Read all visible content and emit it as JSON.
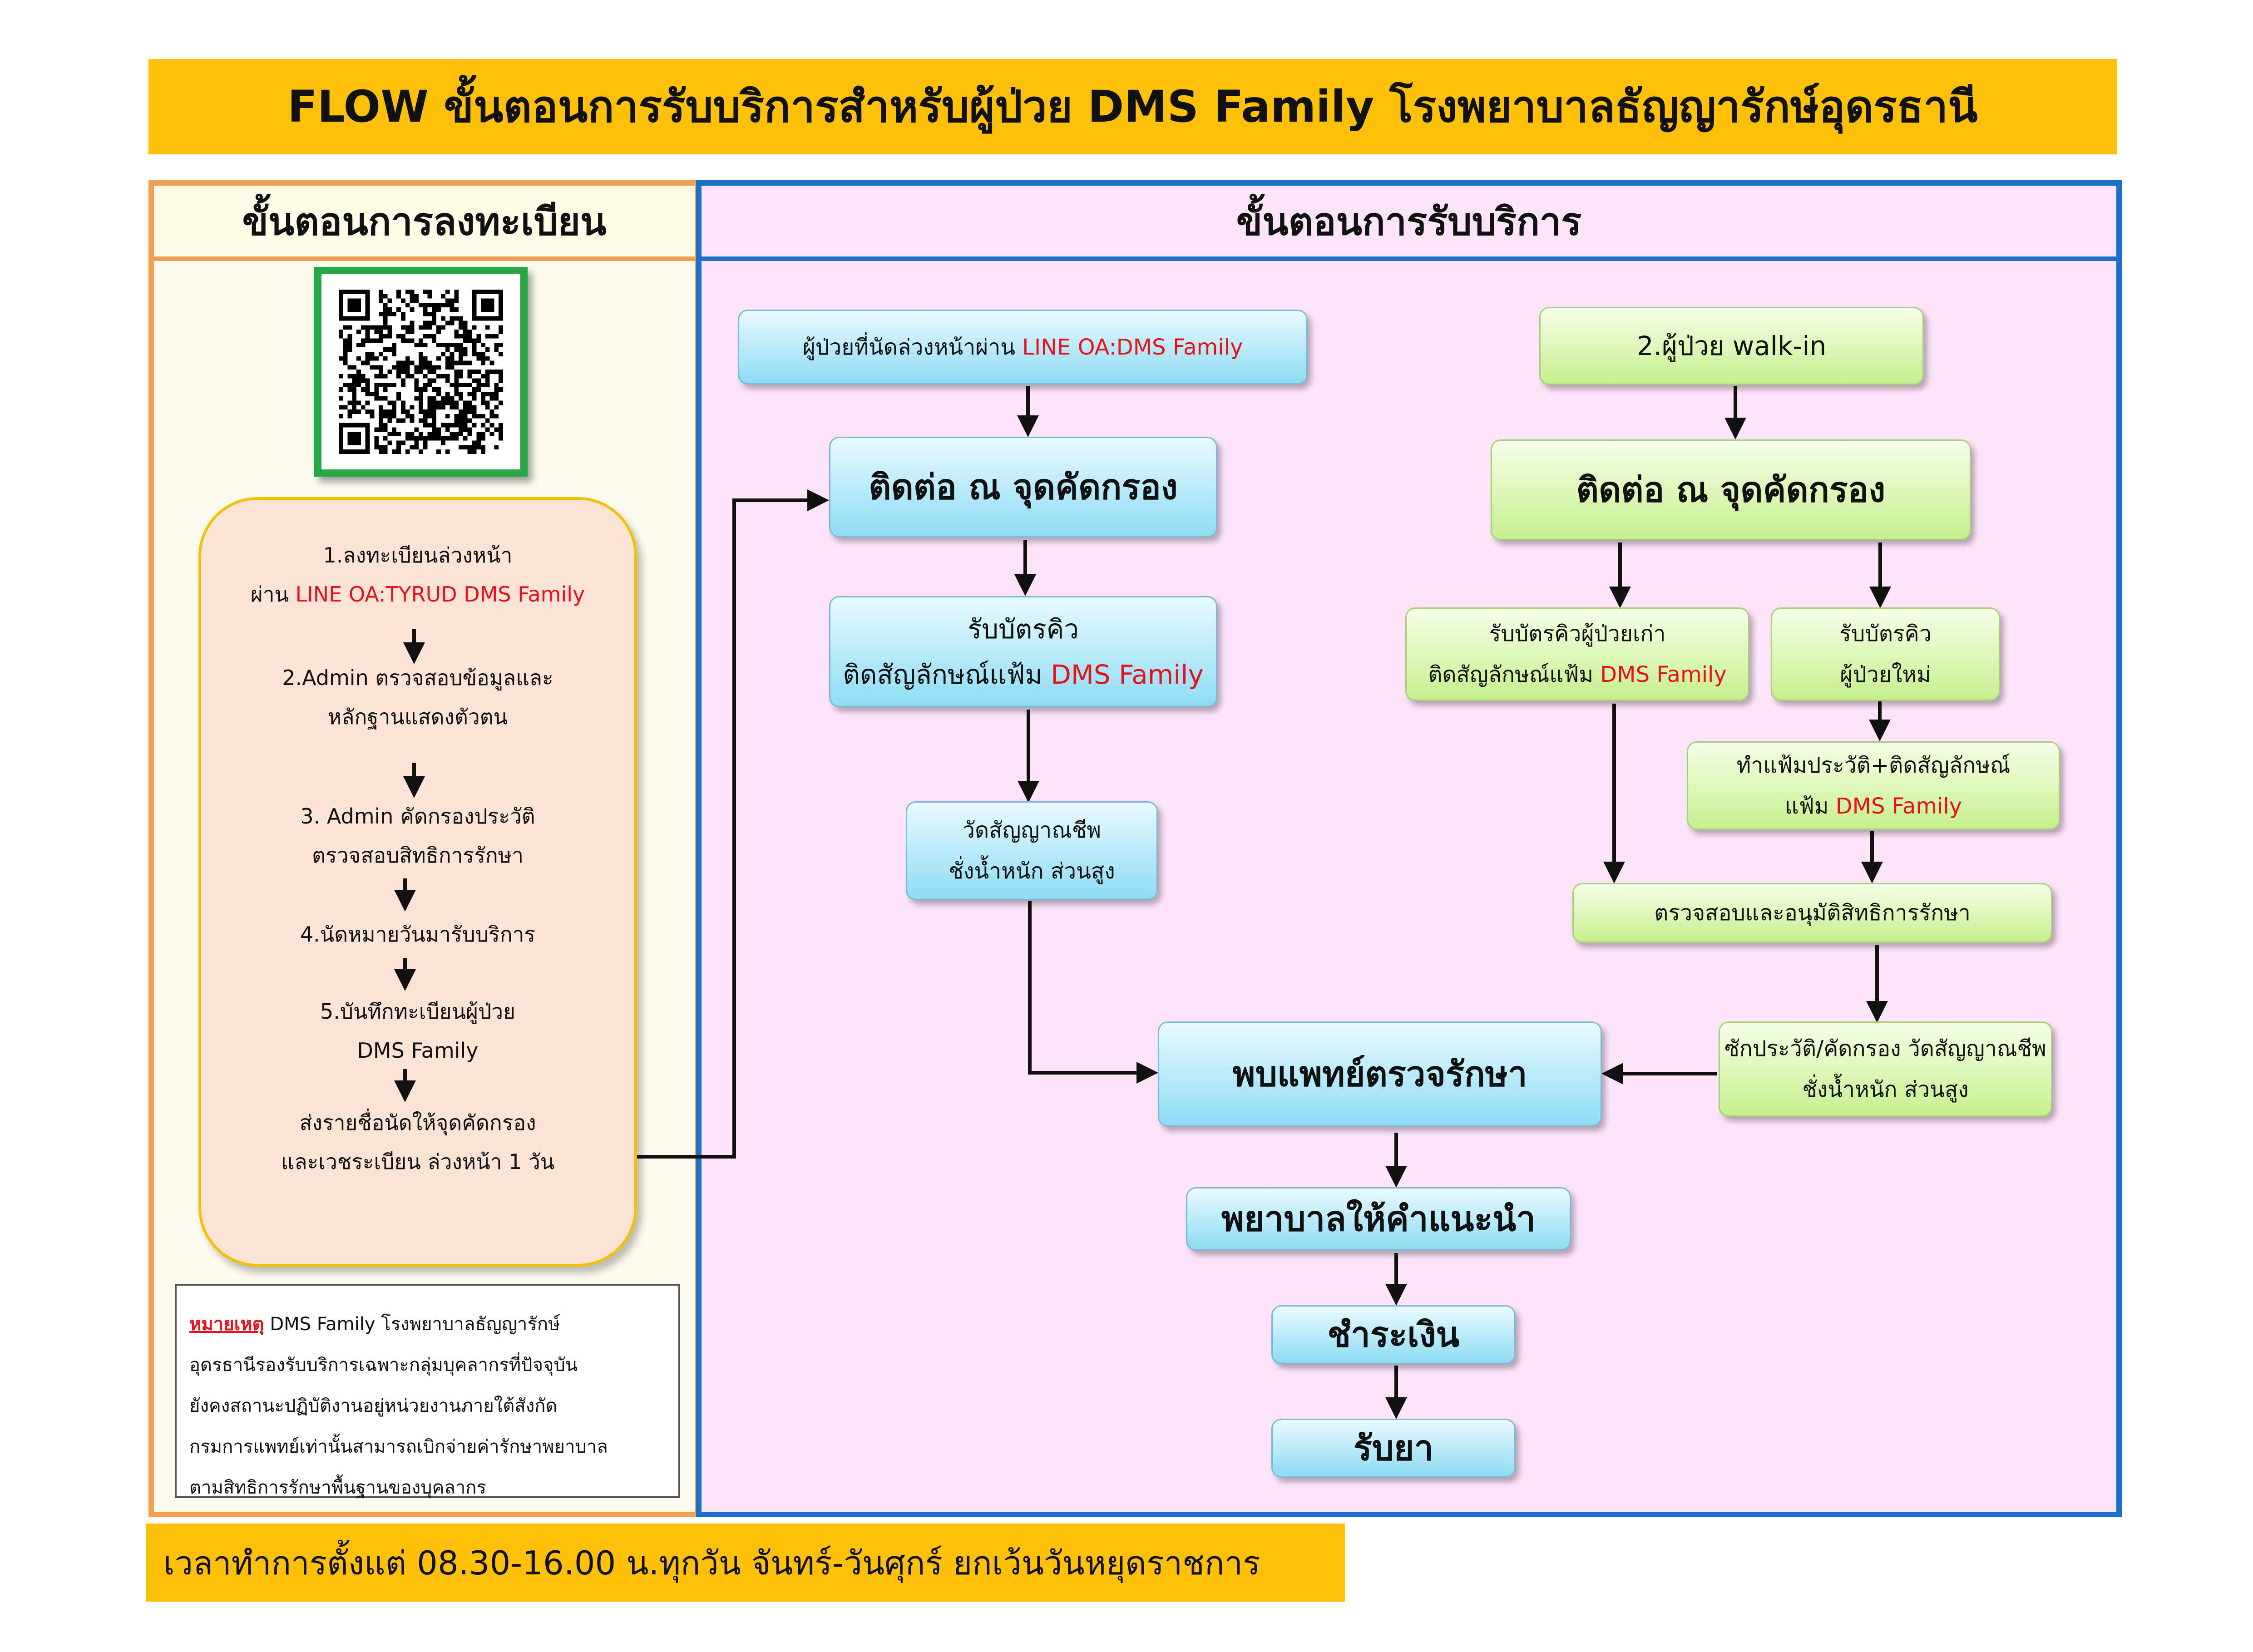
{
  "title": "FLOW ขั้นตอนการรับบริการสำหรับผู้ป่วย DMS Family โรงพยาบาลธัญญารักษ์อุดรธานี",
  "registration": {
    "header": "ขั้นตอนการลงทะเบียน",
    "step1_line1": "1.ลงทะเบียนล่วงหน้า",
    "step1_prefix": "ผ่าน",
    "step1_channel": "LINE OA:TYRUD DMS Family",
    "step2_line1": "2.Admin ตรวจสอบข้อมูลและ",
    "step2_line2": "หลักฐานแสดงตัวตน",
    "step3_line1": "3. Admin คัดกรองประวัติ",
    "step3_line2": "ตรวจสอบสิทธิการรักษา",
    "step4": "4.นัดหมายวันมารับบริการ",
    "step5_line1": "5.บันทึกทะเบียนผู้ป่วย",
    "step5_line2": "DMS Family",
    "step6_line1": "ส่งรายชื่อนัดให้จุดคัดกรอง",
    "step6_line2": "และเวชระเบียน ล่วงหน้า 1 วัน"
  },
  "note": {
    "label": "หมายเหตุ",
    "line1": " DMS Family โรงพยาบาลธัญญารักษ์",
    "line2": "อุดรธานีรองรับบริการเฉพาะกลุ่มบุคลากรที่ปัจจุบัน",
    "line3": "ยังคงสถานะปฏิบัติงานอยู่หน่วยงานภายใต้สังกัด",
    "line4": "กรมการแพทย์เท่านั้นสามารถเบิกจ่ายค่ารักษาพยาบาล",
    "line5": "ตามสิทธิการรักษาพื้นฐานของบุคลากร"
  },
  "service": {
    "header": "ขั้นตอนการรับบริการ",
    "appt_prefix": "ผู้ป่วยที่นัดล่วงหน้าผ่าน ",
    "appt_channel": "LINE OA:DMS Family",
    "screening_left": "ติดต่อ ณ จุดคัดกรอง",
    "queue_left_line1": "รับบัตรคิว",
    "queue_left_line2": "ติดสัญลักษณ์แฟ้ม ",
    "queue_left_brand": "DMS Family",
    "vitals_line1": "วัดสัญญาณชีพ",
    "vitals_line2": "ชั่งน้ำหนัก ส่วนสูง",
    "walkin": "2.ผู้ป่วย walk-in",
    "screening_right": "ติดต่อ ณ จุดคัดกรอง",
    "old_line1": "รับบัตรคิวผู้ป่วยเก่า",
    "old_line2": "ติดสัญลักษณ์แฟ้ม ",
    "old_brand": "DMS Family",
    "new_line1": "รับบัตรคิว",
    "new_line2": "ผู้ป่วยใหม่",
    "record_line1": "ทำแฟ้มประวัติ+ติดสัญลักษณ์",
    "record_line2": "แฟ้ม ",
    "record_brand": "DMS Family",
    "verify": "ตรวจสอบและอนุมัติสิทธิการรักษา",
    "history_line1": "ซักประวัติ/คัดกรอง วัดสัญญาณชีพ",
    "history_line2": "ชั่งน้ำหนัก ส่วนสูง",
    "doctor": "พบแพทย์ตรวจรักษา",
    "nurse": "พยาบาลให้คำแนะนำ",
    "payment": "ชำระเงิน",
    "medicine": "รับยา"
  },
  "footer": "เวลาทำการตั้งแต่ 08.30-16.00 น.ทุกวัน จันทร์-วันศุกร์ ยกเว้นวันหยุดราชการ",
  "colors": {
    "title_bg": "#ffc107",
    "left_frame": "#f0a050",
    "right_frame": "#1e6fc8",
    "right_bg": "#fde4f9",
    "highlight_red": "#e8101a",
    "qr_border": "#26a847"
  }
}
